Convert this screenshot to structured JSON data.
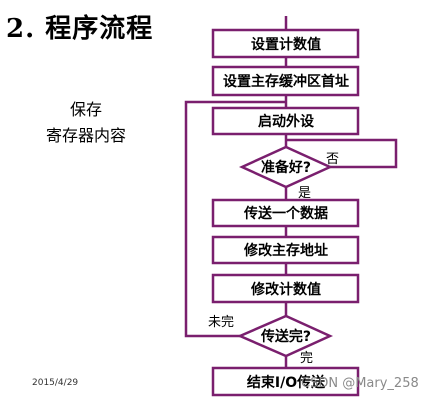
{
  "title": "2. 程序流程",
  "side_note": [
    "保存",
    "寄存器内容"
  ],
  "flowchart": {
    "steps": [
      "设置计数值",
      "设置主存缓冲区首址",
      "启动外设"
    ],
    "decision1": {
      "text": "准备好?",
      "no": "否",
      "yes": "是"
    },
    "loop_steps": [
      "传送一个数据",
      "修改主存地址",
      "修改计数值"
    ],
    "decision2": {
      "text": "传送完?",
      "no": "未完",
      "yes": "完"
    },
    "end": "结束I/O传送"
  },
  "footer": {
    "date": "2015/4/29",
    "watermark": "CSDN @Mary_258"
  }
}
